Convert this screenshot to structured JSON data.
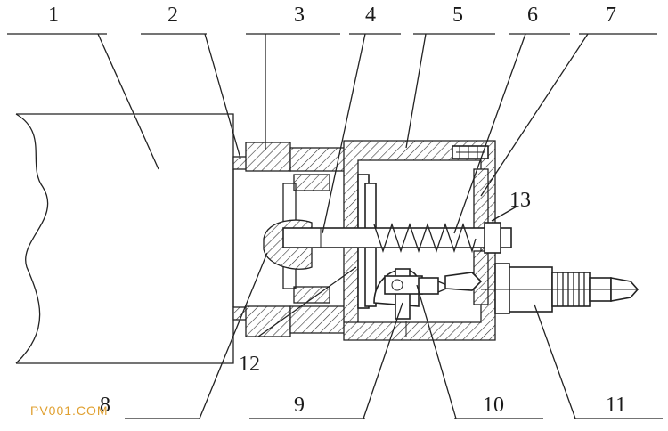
{
  "labels": {
    "l1": "1",
    "l2": "2",
    "l3": "3",
    "l4": "4",
    "l5": "5",
    "l6": "6",
    "l7": "7",
    "l8": "8",
    "l9": "9",
    "l10": "10",
    "l11": "11",
    "l12": "12",
    "l13": "13"
  },
  "watermark": "PV001.COM",
  "colors": {
    "line": "#222222",
    "watermark": "#e0a030",
    "background": "#ffffff"
  }
}
